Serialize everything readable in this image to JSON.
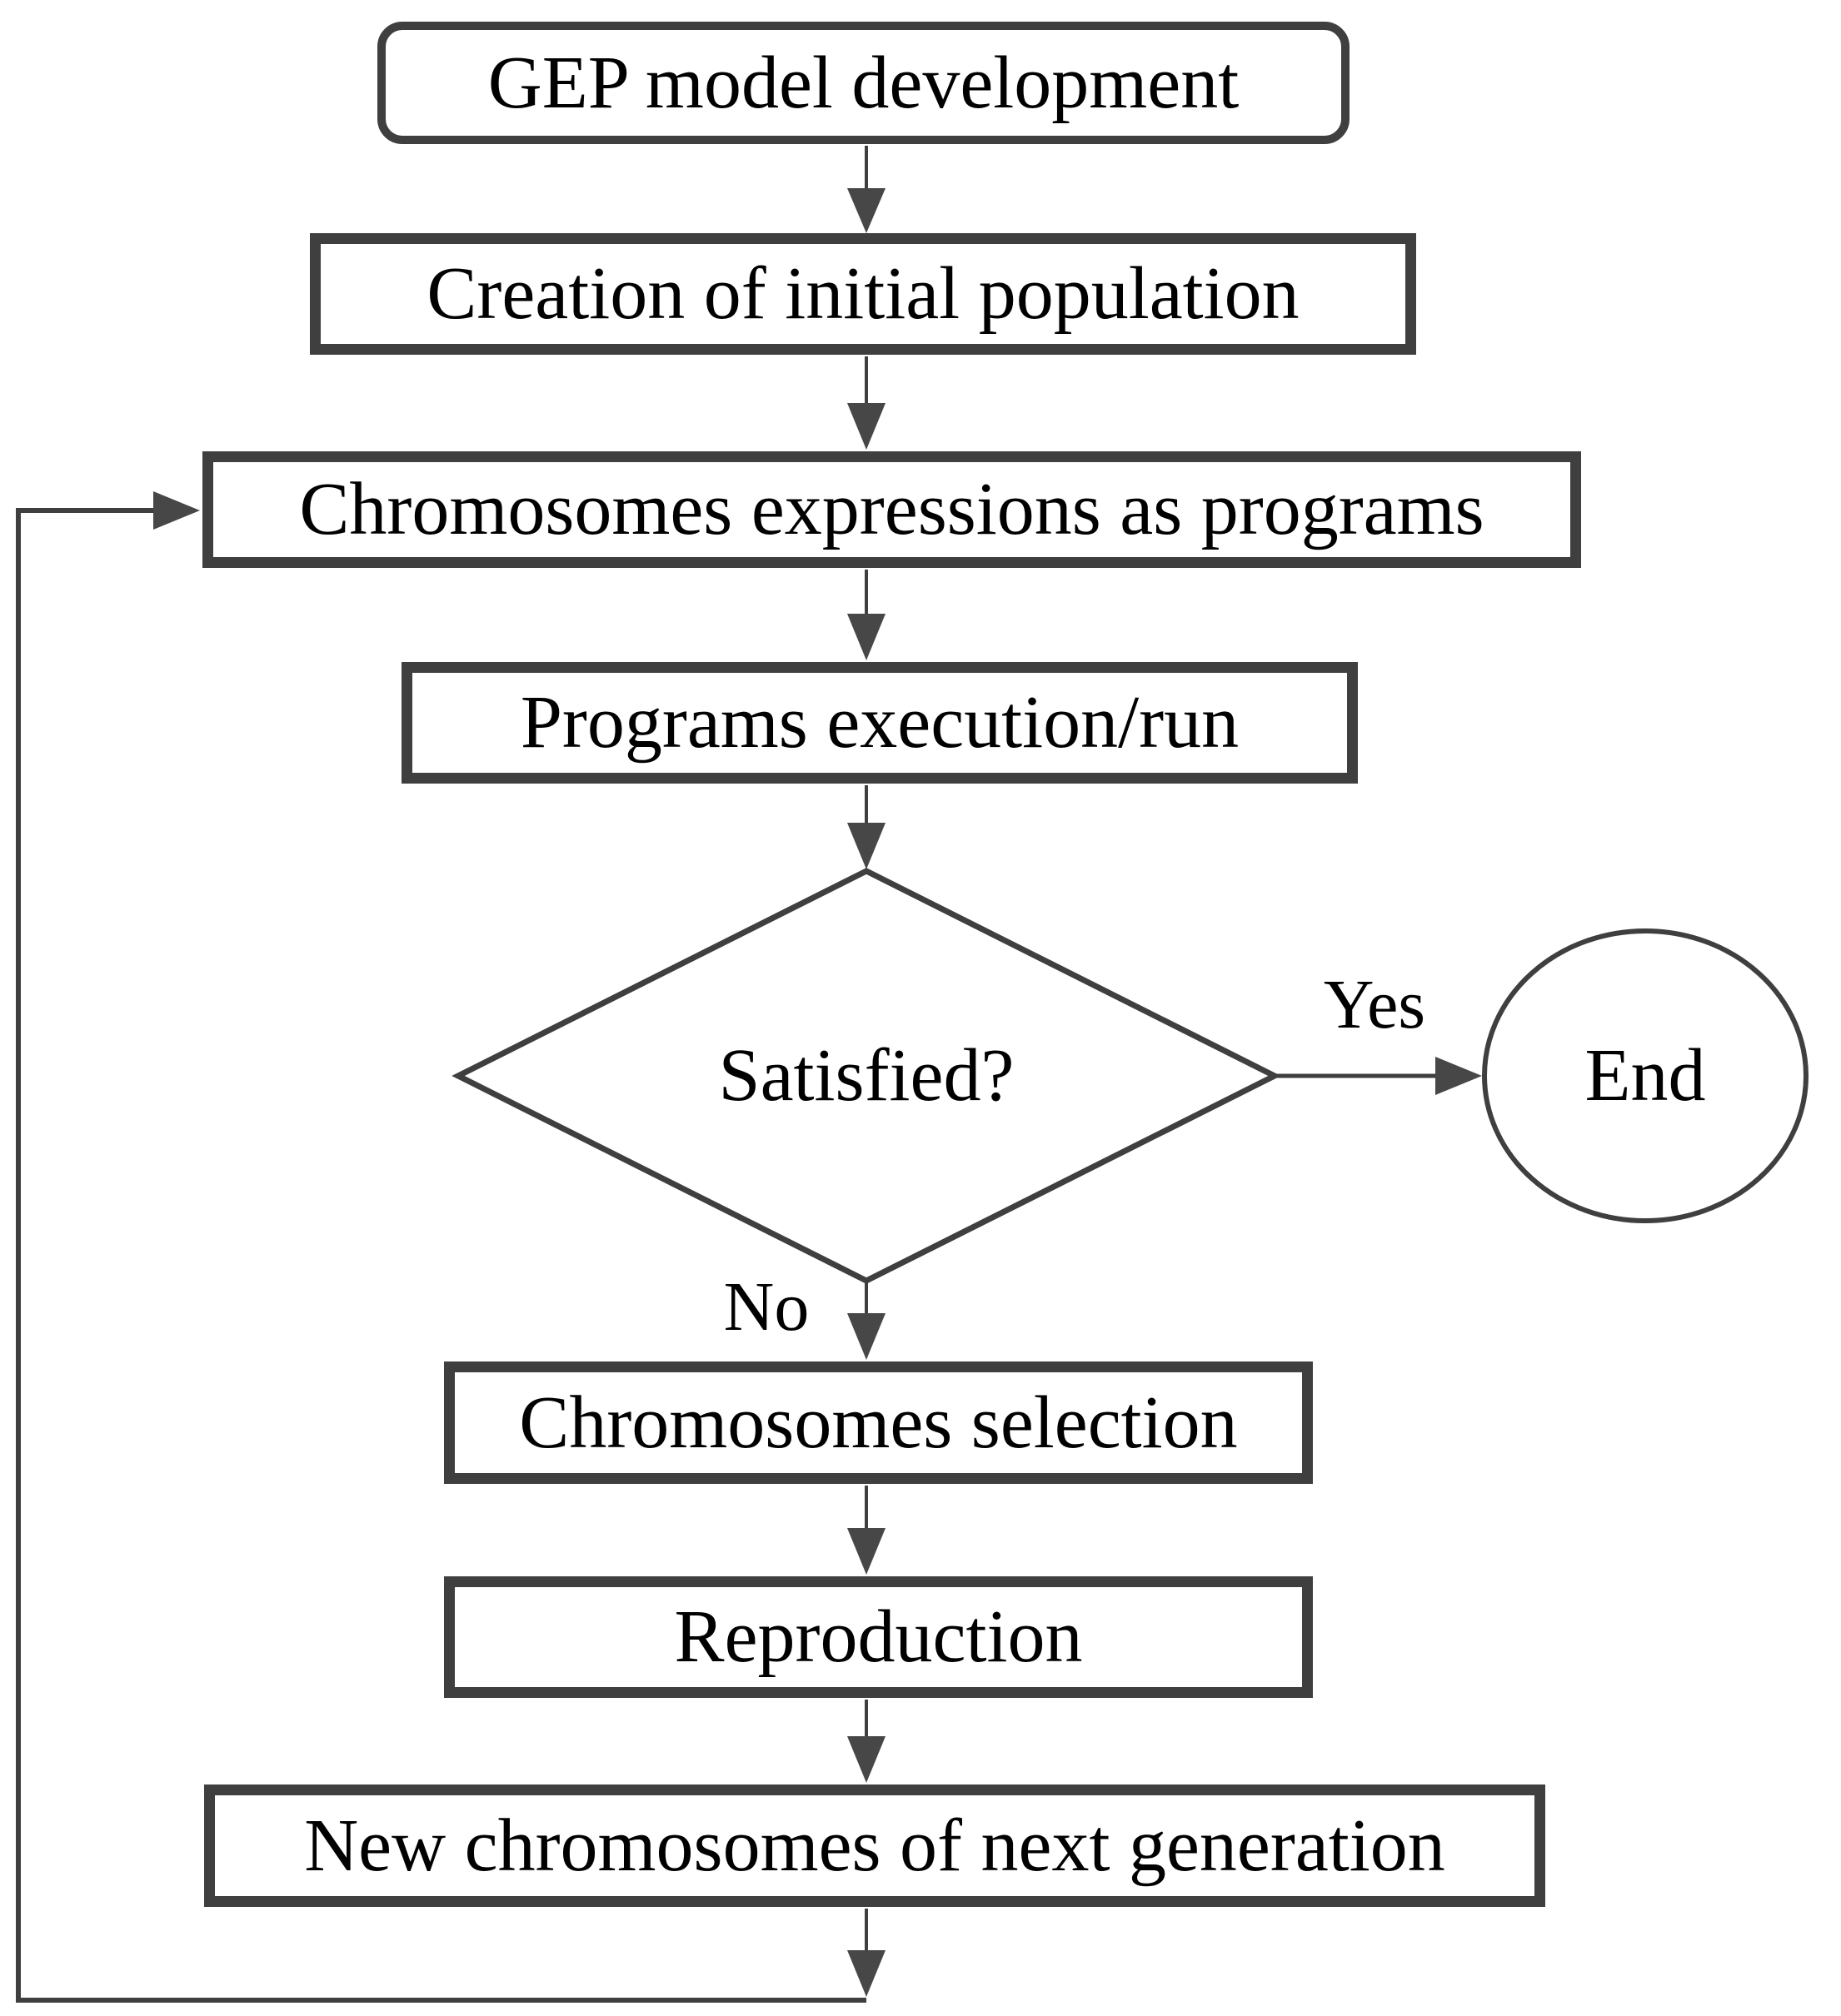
{
  "flowchart": {
    "nodes": {
      "gep": {
        "label": "GEP model development",
        "shape": "rounded-rectangle"
      },
      "creation": {
        "label": "Creation of initial population",
        "shape": "rectangle"
      },
      "expression": {
        "label": "Chromosomes expressions as programs",
        "shape": "rectangle"
      },
      "execution": {
        "label": "Programs execution/run",
        "shape": "rectangle"
      },
      "satisfied": {
        "label": "Satisfied?",
        "shape": "diamond"
      },
      "end": {
        "label": "End",
        "shape": "circle"
      },
      "selection": {
        "label": "Chromosomes selection",
        "shape": "rectangle"
      },
      "reproduction": {
        "label": "Reproduction",
        "shape": "rectangle"
      },
      "newgen": {
        "label": "New chromosomes of next generation",
        "shape": "rectangle"
      }
    },
    "branches": {
      "yes": "Yes",
      "no": "No"
    },
    "colors": {
      "line": "#3f3f3f",
      "arrowhead": "#474747",
      "text": "#000000",
      "background": "#ffffff"
    }
  }
}
